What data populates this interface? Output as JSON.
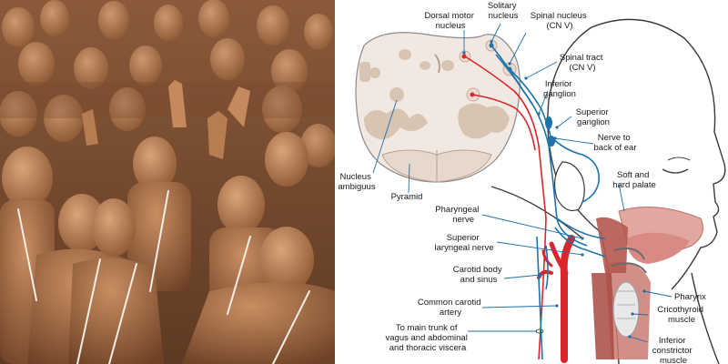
{
  "diagram": {
    "labels": {
      "dorsal_motor_1": "Dorsal motor",
      "dorsal_motor_2": "nucleus",
      "solitary_1": "Solitary",
      "solitary_2": "nucleus",
      "spinal_nucleus_1": "Spinal nucleus",
      "spinal_nucleus_2": "(CN V)",
      "spinal_tract_1": "Spinal tract",
      "spinal_tract_2": "(CN V)",
      "inferior_ganglion_1": "Inferior",
      "inferior_ganglion_2": "ganglion",
      "superior_ganglion_1": "Superior",
      "superior_ganglion_2": "ganglion",
      "nerve_ear_1": "Nerve to",
      "nerve_ear_2": "back of ear",
      "palate_1": "Soft and",
      "palate_2": "hard palate",
      "nucleus_ambiguus_1": "Nucleus",
      "nucleus_ambiguus_2": "ambiguus",
      "pyramid": "Pyramid",
      "pharyngeal_1": "Pharyngeal",
      "pharyngeal_2": "nerve",
      "sup_laryngeal_1": "Superior",
      "sup_laryngeal_2": "laryngeal nerve",
      "carotid_body_1": "Carotid body",
      "carotid_body_2": "and sinus",
      "common_carotid_1": "Common carotid",
      "common_carotid_2": "artery",
      "trunk_1": "To main trunk of",
      "trunk_2": "vagus and abdominal",
      "trunk_3": "and thoracic viscera",
      "pharynx": "Pharynx",
      "cricothyroid_1": "Cricothyroid",
      "cricothyroid_2": "muscle",
      "inf_constrictor_1": "Inferior",
      "inf_constrictor_2": "constrictor",
      "inf_constrictor_3": "muscle"
    },
    "colors": {
      "motor_nerve": "#d9262b",
      "sensory_nerve": "#1e73a8",
      "pointer": "#1e6fae",
      "medulla_fill": "#f2e8e2",
      "grey_matter": "#d8c4b3",
      "skin_outline": "#3a3a3a"
    }
  },
  "photo": {
    "icon": "crowd-photo",
    "colors": {
      "skin": "#b07a52",
      "skin_shadow": "#7a4a2c",
      "cord": "#f2ede4"
    }
  }
}
